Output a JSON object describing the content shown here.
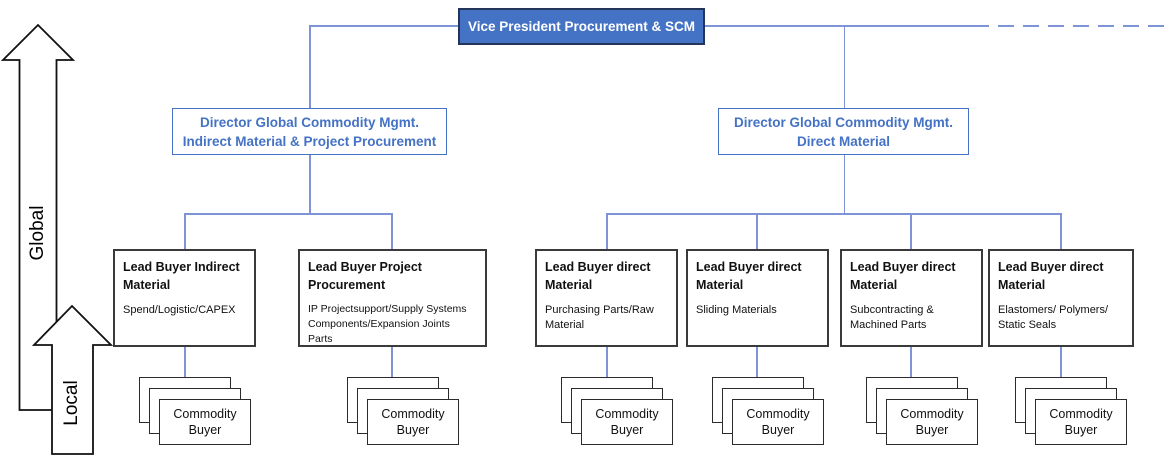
{
  "axis": {
    "global_label": "Global",
    "local_label": "Local"
  },
  "vp": {
    "title": "Vice President Procurement & SCM"
  },
  "directors": [
    {
      "line1": "Director Global Commodity Mgmt.",
      "line2": "Indirect Material & Project Procurement"
    },
    {
      "line1": "Director Global Commodity Mgmt.",
      "line2": "Direct Material"
    }
  ],
  "leads": [
    {
      "title": "Lead Buyer Indirect Material",
      "subtitle": "Spend/Logistic/CAPEX"
    },
    {
      "title": "Lead Buyer Project Procurement",
      "subtitle": "IP Projectsupport/Supply Systems Components/Expansion Joints Parts"
    },
    {
      "title": "Lead Buyer direct Material",
      "subtitle": "Purchasing Parts/Raw Material"
    },
    {
      "title": "Lead Buyer direct Material",
      "subtitle": "Sliding Materials"
    },
    {
      "title": "Lead Buyer direct Material",
      "subtitle": "Subcontracting & Machined Parts"
    },
    {
      "title": "Lead Buyer direct Material",
      "subtitle": "Elastomers/ Polymers/ Static Seals"
    }
  ],
  "commodity": {
    "label": "Commodity Buyer"
  },
  "colors": {
    "vp_fill": "#4472C4",
    "vp_border": "#24355C",
    "director_blue": "#4472C4",
    "connector_blue": "#7D95D6",
    "box_border": "#3A3A3A"
  }
}
